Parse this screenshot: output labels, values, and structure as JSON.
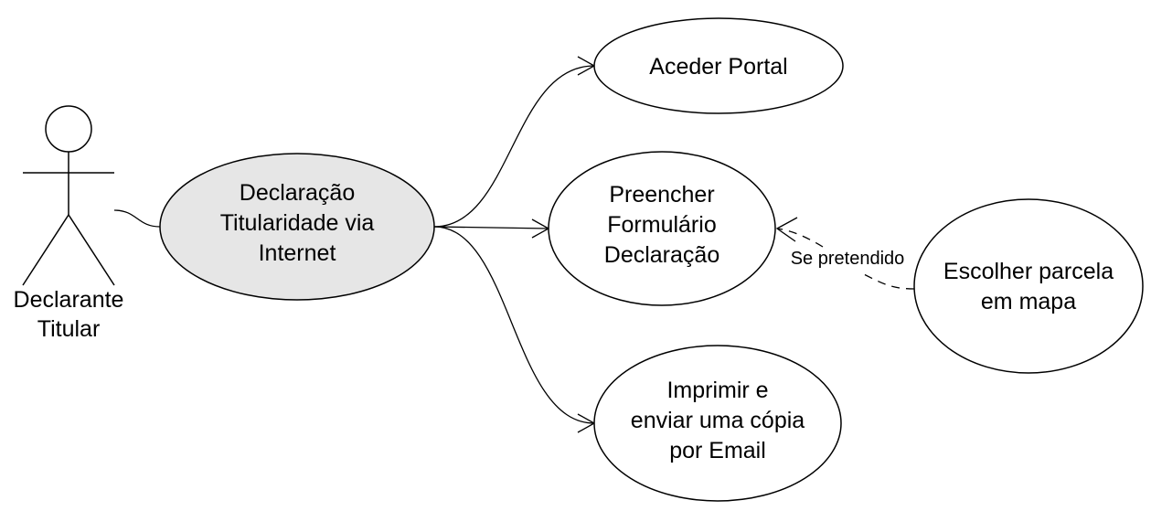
{
  "actor": {
    "line1": "Declarante",
    "line2": "Titular"
  },
  "use_cases": {
    "main": {
      "lines": [
        "Declaração",
        "Titularidade via",
        "Internet"
      ],
      "fill": "#e6e6e6"
    },
    "aceder": {
      "lines": [
        "Aceder Portal"
      ]
    },
    "preencher": {
      "lines": [
        "Preencher",
        "Formulário",
        "Declaração"
      ]
    },
    "imprimir": {
      "lines": [
        "Imprimir e",
        "enviar uma cópia",
        "por Email"
      ]
    },
    "escolher": {
      "lines": [
        "Escolher parcela",
        "em mapa"
      ]
    }
  },
  "relations": {
    "extend_label": "Se pretendido"
  }
}
